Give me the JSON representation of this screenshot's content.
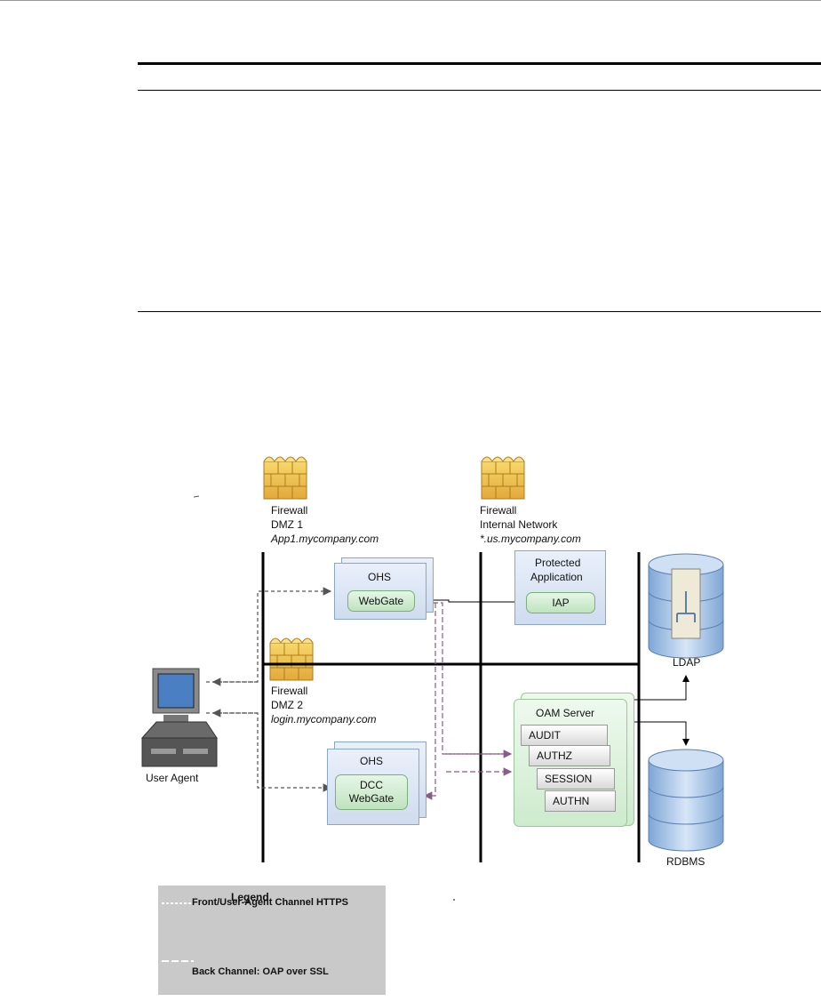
{
  "firewall_dmz1": {
    "title": "Firewall",
    "zone": "DMZ 1",
    "host": "App1.mycompany.com"
  },
  "firewall_internal": {
    "title": "Firewall",
    "zone": "Internal Network",
    "host": "*.us.mycompany.com"
  },
  "firewall_dmz2": {
    "title": "Firewall",
    "zone": "DMZ 2",
    "host": "login.mycompany.com"
  },
  "ohs_top": {
    "label": "OHS",
    "module": "WebGate"
  },
  "ohs_bottom": {
    "label": "OHS",
    "module_line1": "DCC",
    "module_line2": "WebGate"
  },
  "protected_app": {
    "line1": "Protected",
    "line2": "Application",
    "module": "IAP"
  },
  "oam": {
    "label": "OAM Server",
    "layers": [
      "AUDIT",
      "AUTHZ",
      "SESSION",
      "AUTHN"
    ]
  },
  "ldap": {
    "label": "LDAP"
  },
  "rdbms": {
    "label": "RDBMS"
  },
  "user_agent": {
    "label": "User Agent"
  },
  "legend": {
    "title": "Legend",
    "front": "Front/User-Agent Channel HTTPS",
    "back": "Back Channel: OAP over SSL"
  },
  "colors": {
    "back_channel": "#8a5a8a",
    "front_channel": "#555555"
  }
}
